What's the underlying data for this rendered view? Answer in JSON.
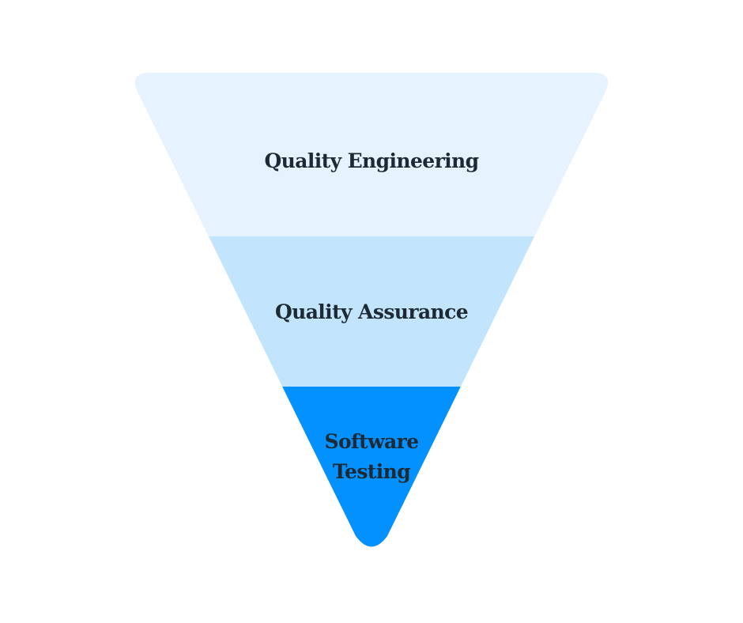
{
  "diagram": {
    "type": "inverted-funnel",
    "levels": [
      {
        "label": "Quality Engineering",
        "color": "#e6f2fe"
      },
      {
        "label": "Quality Assurance",
        "color": "#c2e4fd"
      },
      {
        "label_line1": "Software",
        "label_line2": "Testing",
        "color": "#0391ff"
      }
    ],
    "text_color": "#1e2a33"
  }
}
